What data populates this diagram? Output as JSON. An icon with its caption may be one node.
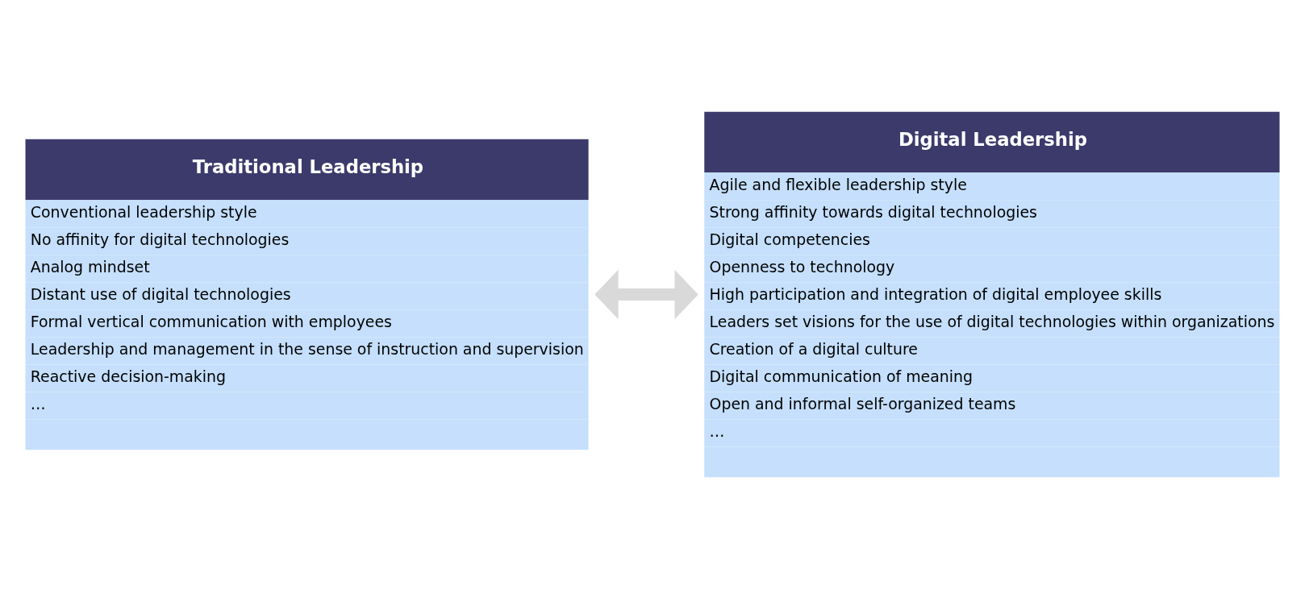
{
  "diagram": {
    "nodes": [
      {
        "text": [
          "Traditional Leadership",
          "Conventional leadership style",
          "No affinity for digital technologies",
          "Analog mindset",
          "Distant use of digital technologies",
          "Formal vertical communication with employees",
          "Leadership and management in the sense of instruction and supervision",
          "Reactive decision-making",
          "…"
        ]
      },
      {
        "text": [
          "Digital Leadership",
          "Agile and flexible leadership style",
          "Strong affinity towards digital technologies",
          "Digital competencies",
          "Openness to technology",
          "High participation and integration of digital employee skills",
          "Leaders set visions for the use of digital technologies within organizations",
          "Creation of a digital culture",
          "Digital communication of meaning",
          "Open and informal self-organized teams",
          "…"
        ]
      }
    ],
    "edges": [
      {
        "from": 0,
        "to": 1,
        "arrow": "both",
        "color": "#d9d9d9"
      }
    ]
  }
}
